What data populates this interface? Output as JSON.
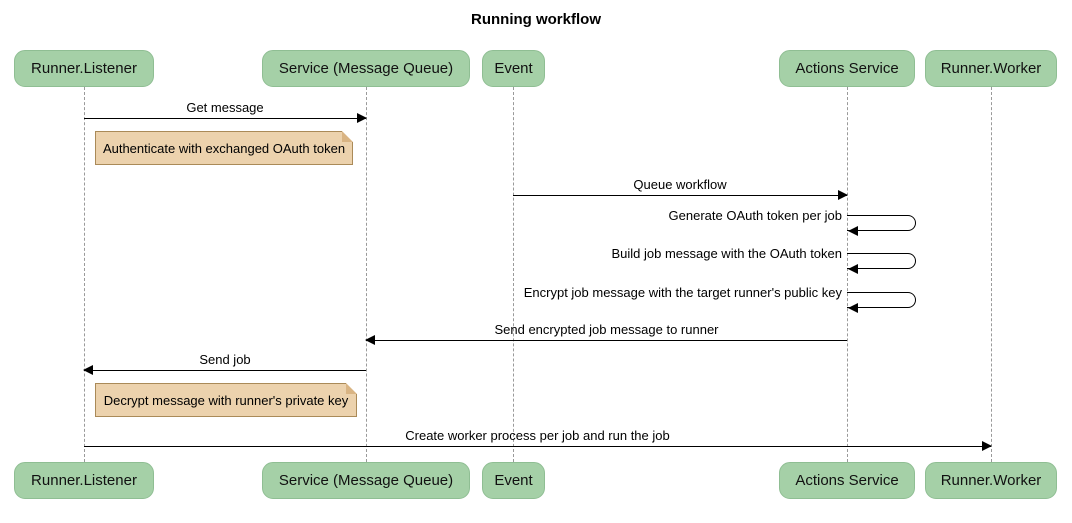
{
  "title": "Running workflow",
  "participants": [
    {
      "label": "Runner.Listener"
    },
    {
      "label": "Service (Message Queue)"
    },
    {
      "label": "Event"
    },
    {
      "label": "Actions Service"
    },
    {
      "label": "Runner.Worker"
    }
  ],
  "messages": [
    {
      "label": "Get message",
      "from": "Runner.Listener",
      "to": "Service (Message Queue)",
      "type": "arrow-right"
    },
    {
      "label": "Queue workflow",
      "from": "Event",
      "to": "Actions Service",
      "type": "arrow-right"
    },
    {
      "label": "Generate OAuth token per job",
      "from": "Actions Service",
      "to": "Actions Service",
      "type": "self"
    },
    {
      "label": "Build job message with the OAuth token",
      "from": "Actions Service",
      "to": "Actions Service",
      "type": "self"
    },
    {
      "label": "Encrypt job message with the target runner's public key",
      "from": "Actions Service",
      "to": "Actions Service",
      "type": "self"
    },
    {
      "label": "Send encrypted job message to runner",
      "from": "Actions Service",
      "to": "Service (Message Queue)",
      "type": "arrow-left"
    },
    {
      "label": "Send job",
      "from": "Service (Message Queue)",
      "to": "Runner.Listener",
      "type": "arrow-left"
    },
    {
      "label": "Create worker process per job and run the job",
      "from": "Runner.Listener",
      "to": "Runner.Worker",
      "type": "arrow-right"
    }
  ],
  "notes": [
    {
      "text": "Authenticate with exchanged OAuth token"
    },
    {
      "text": "Decrypt message with runner's private key"
    }
  ],
  "colors": {
    "participant_fill": "#a5d0a7",
    "participant_border": "#8fbe93",
    "note_fill": "#ecd2ad",
    "note_border": "#aa8a58",
    "lifeline": "#9a9a9a",
    "arrow": "#000000"
  }
}
